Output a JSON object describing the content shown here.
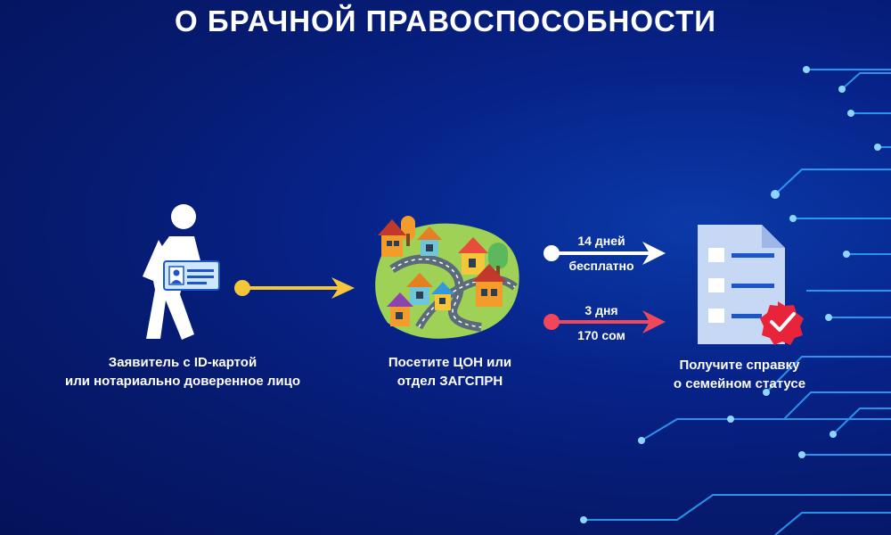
{
  "title": "О БРАЧНОЙ ПРАВОСПОСОБНОСТИ",
  "steps": [
    {
      "caption_line1": "Заявитель с ID-картой",
      "caption_line2": "или нотариально доверенное лицо"
    },
    {
      "caption_line1": "Посетите ЦОН или",
      "caption_line2": "отдел ЗАГСПРН"
    },
    {
      "caption_line1": "Получите справку",
      "caption_line2": "о семейном статусе"
    }
  ],
  "options": [
    {
      "duration": "14 дней",
      "price": "бесплатно",
      "color": "#ffffff"
    },
    {
      "duration": "3 дня",
      "price": "170 сом",
      "color": "#f0475a"
    }
  ],
  "colors": {
    "background": "#061a6e",
    "arrow_main": "#f5c53a",
    "arrow_fast": "#f0475a",
    "document": "#c7d8f5",
    "badge": "#e8243a",
    "circuit": "#2fa8ff"
  },
  "icons": [
    "walking-person-icon",
    "id-card-icon",
    "city-map-icon",
    "document-checklist-icon",
    "checkmark-badge-icon"
  ]
}
